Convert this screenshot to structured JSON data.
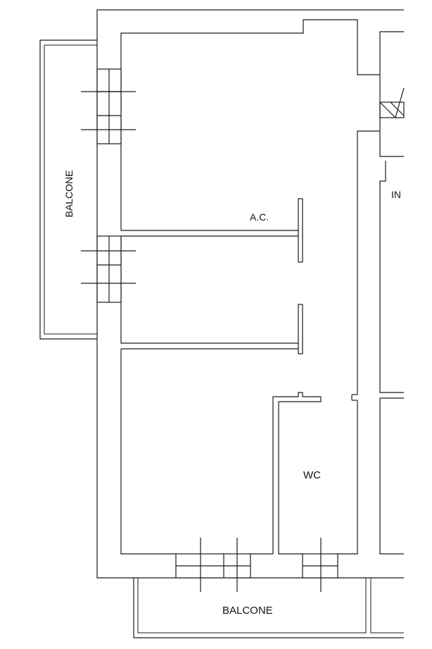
{
  "floor_plan": {
    "labels": {
      "balcone_west": "BALCONE",
      "storage": "A.C.",
      "entrance": "IN",
      "bathroom": "WC",
      "balcone_south": "BALCONE"
    },
    "line_color": "#1a1a1a",
    "background": "#ffffff"
  }
}
